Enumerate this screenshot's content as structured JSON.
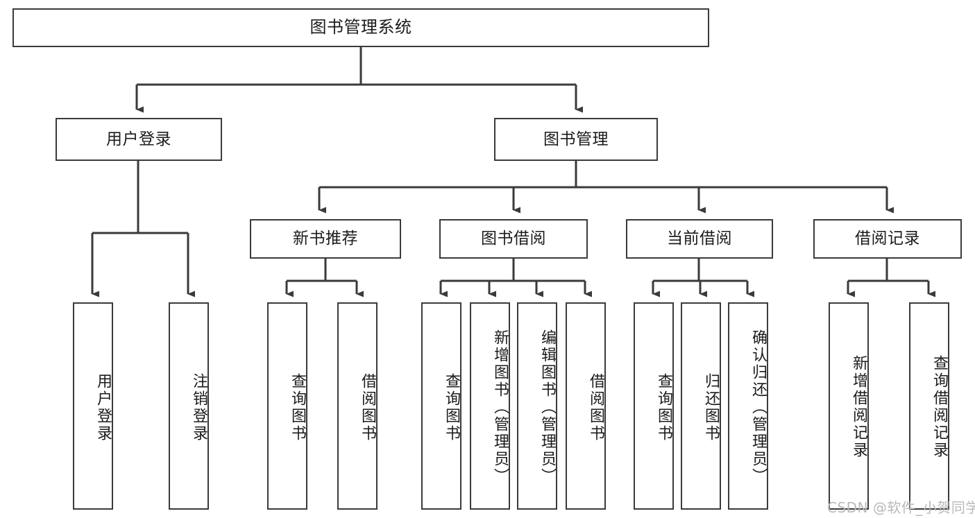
{
  "diagram": {
    "type": "tree",
    "title": "图书管理系统",
    "colors": {
      "box_border": "#3a3a3a",
      "box_fill": "#ffffff",
      "connector": "#3a3a3a",
      "text": "#1b1b1b",
      "watermark": "#b9b9b9"
    },
    "root": {
      "label": "图书管理系统"
    },
    "level2": [
      {
        "label": "用户登录"
      },
      {
        "label": "图书管理"
      }
    ],
    "level3": [
      {
        "label": "新书推荐"
      },
      {
        "label": "图书借阅"
      },
      {
        "label": "当前借阅"
      },
      {
        "label": "借阅记录"
      }
    ],
    "leaves": {
      "user_login": [
        {
          "label": "用户登录"
        },
        {
          "label": "注销登录"
        }
      ],
      "new_book": [
        {
          "label": "查询图书"
        },
        {
          "label": "借阅图书"
        }
      ],
      "book_borrow": [
        {
          "label": "查询图书"
        },
        {
          "label": "新增图书（管理员）"
        },
        {
          "label": "编辑图书（管理员）"
        },
        {
          "label": "借阅图书"
        }
      ],
      "current_borrow": [
        {
          "label": "查询图书"
        },
        {
          "label": "归还图书"
        },
        {
          "label": "确认归还（管理员）"
        }
      ],
      "borrow_record": [
        {
          "label": "新增借阅记录"
        },
        {
          "label": "查询借阅记录"
        }
      ]
    }
  },
  "watermark": {
    "text": "CSDN @软件_小贺同学"
  }
}
